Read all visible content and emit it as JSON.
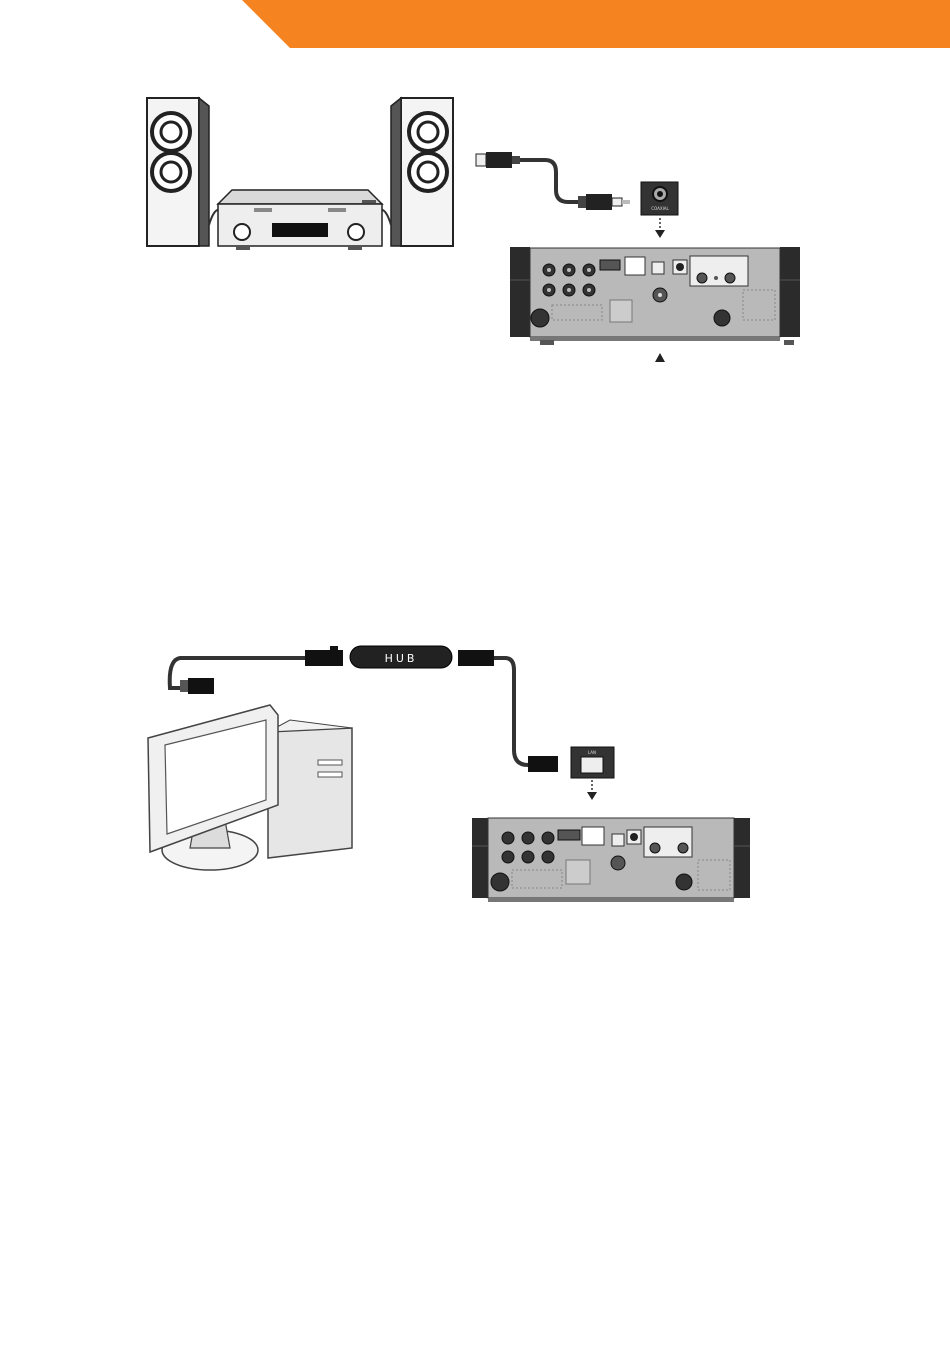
{
  "colors": {
    "accent": "#f5831f",
    "device_body": "#b9b9b9",
    "device_dark": "#2b2b2b",
    "cable": "#333333"
  },
  "icons": [
    "speaker-icon",
    "stereo-amplifier-icon",
    "rca-plug-icon",
    "coaxial-port-icon",
    "media-player-rear-icon",
    "desktop-computer-icon",
    "rj45-plug-icon",
    "network-hub-icon",
    "lan-port-icon"
  ],
  "audio_diagram": {
    "coaxial_label": "COAXIAL"
  },
  "network_diagram": {
    "hub_label": "HUB",
    "lan_label": "LAN"
  }
}
